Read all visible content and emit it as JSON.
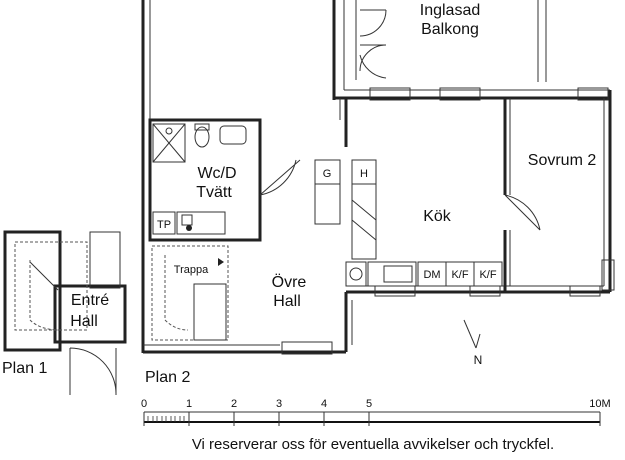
{
  "rooms": {
    "balkong_line1": "Inglasad",
    "balkong_line2": "Balkong",
    "sovrum": "Sovrum 2",
    "wc_line1": "Wc/D",
    "wc_line2": "Tvätt",
    "kok": "Kök",
    "ovre_line1": "Övre",
    "ovre_line2": "Hall",
    "trappa": "Trappa",
    "entre_line1": "Entré",
    "entre_line2": "Hall"
  },
  "fixtures": {
    "g": "G",
    "h": "H",
    "tp": "TP",
    "dm": "DM",
    "kf1": "K/F",
    "kf2": "K/F"
  },
  "plans": {
    "plan1": "Plan 1",
    "plan2": "Plan 2"
  },
  "compass": {
    "north": "N"
  },
  "scale": {
    "ticks": [
      "0",
      "1",
      "2",
      "3",
      "4",
      "5",
      "10M"
    ]
  },
  "disclaimer": "Vi reserverar oss för eventuella avvikelser och tryckfel."
}
